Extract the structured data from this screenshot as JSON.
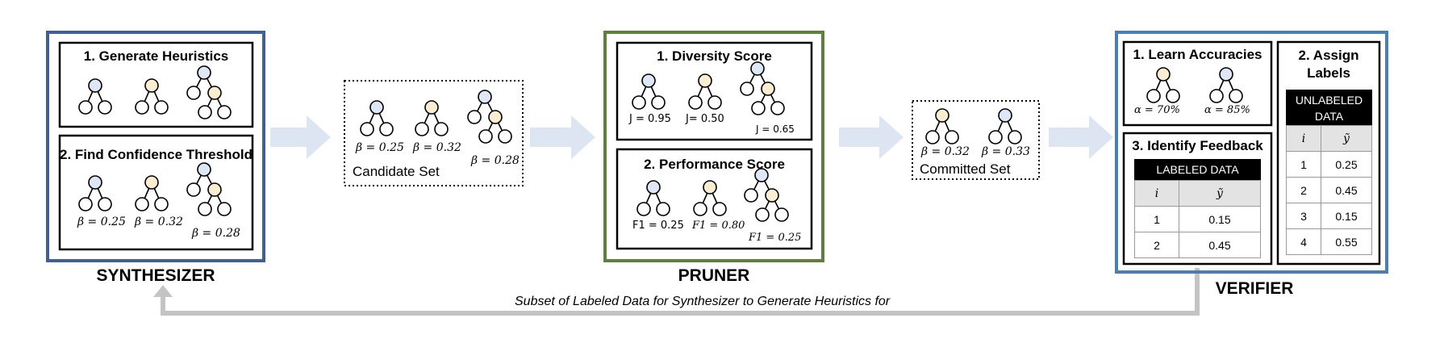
{
  "synthesizer": {
    "label": "SYNTHESIZER",
    "step1_title": "1. Generate Heuristics",
    "step2_title": "2. Find Confidence Threshold",
    "step2_values": [
      "β = 0.25",
      "β = 0.32",
      "β = 0.28"
    ]
  },
  "candidate_set": {
    "label": "Candidate Set",
    "values": [
      "β = 0.25",
      "β = 0.32",
      "β = 0.28"
    ]
  },
  "pruner": {
    "label": "PRUNER",
    "step1_title": "1. Diversity Score",
    "step1_values": [
      "J = 0.95",
      "J= 0.50",
      "J = 0.65"
    ],
    "step2_title": "2. Performance Score",
    "step2_values": [
      "F1 = 0.25",
      "F1 = 0.80",
      "F1 = 0.25"
    ]
  },
  "committed_set": {
    "label": "Committed Set",
    "values": [
      "β = 0.32",
      "β = 0.33"
    ]
  },
  "verifier": {
    "label": "VERIFIER",
    "step1_title": "1. Learn Accuracies",
    "step1_values": [
      "α = 70%",
      "α = 85%"
    ],
    "step2_title_line1": "2. Assign",
    "step2_title_line2": "Labels",
    "step3_title": "3. Identify Feedback",
    "unlabeled": {
      "header_line1": "UNLABELED",
      "header_line2": "DATA",
      "col_i": "i",
      "col_y": "ỹ",
      "rows": [
        [
          "1",
          "0.25"
        ],
        [
          "2",
          "0.45"
        ],
        [
          "3",
          "0.15"
        ],
        [
          "4",
          "0.55"
        ]
      ]
    },
    "labeled": {
      "header": "LABELED DATA",
      "col_i": "i",
      "col_y": "ỹ",
      "rows": [
        [
          "1",
          "0.15"
        ],
        [
          "2",
          "0.45"
        ]
      ]
    }
  },
  "feedback_text": "Subset of Labeled Data for Synthesizer to Generate Heuristics for",
  "colors": {
    "synthesizer_border": "#3f5f9a",
    "pruner_border": "#5f7f3d",
    "verifier_border": "#4a7fb5",
    "node_blue": "#dde7f6",
    "node_yellow": "#fbeed0",
    "arrow_fill": "#dde5f3",
    "feedback_arrow": "#c4c4c4"
  }
}
